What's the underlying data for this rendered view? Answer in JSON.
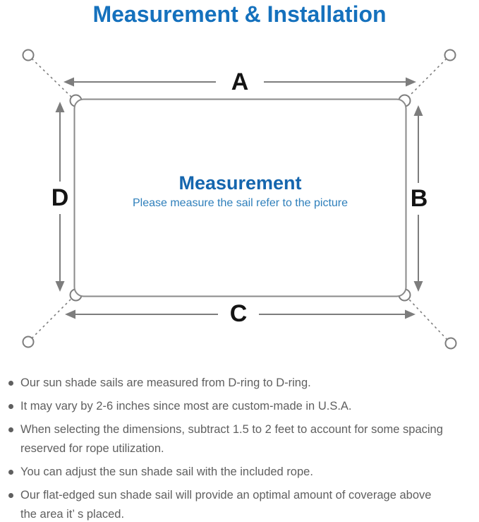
{
  "page": {
    "title": "Measurement & Installation"
  },
  "diagram": {
    "type": "sun-shade-sail-measurement",
    "labels": {
      "top": "A",
      "right": "B",
      "bottom": "C",
      "left": "D"
    },
    "center_heading": "Measurement",
    "center_subtitle": "Please measure the sail refer to the picture",
    "colors": {
      "title_blue": "#1571bd",
      "heading_blue": "#1566ae",
      "subtitle_blue": "#2e7fbb",
      "line_gray": "#7d7d7d",
      "outline_gray": "#8a8a8a",
      "label_black": "#141414",
      "note_gray": "#5f5f5f"
    }
  },
  "notes": {
    "items": [
      {
        "lines": [
          "Our sun shade sails are measured from D-ring to D-ring."
        ]
      },
      {
        "lines": [
          "It may vary by 2-6 inches since most are custom-made in U.S.A."
        ]
      },
      {
        "lines": [
          "When selecting the dimensions, subtract 1.5 to 2 feet to account for some spacing",
          "reserved for rope utilization."
        ]
      },
      {
        "lines": [
          "You can adjust the sun shade sail with the included rope."
        ]
      },
      {
        "lines": [
          "Our flat-edged sun shade sail will provide an optimal amount of coverage above",
          "the area it’ s placed."
        ]
      }
    ]
  }
}
